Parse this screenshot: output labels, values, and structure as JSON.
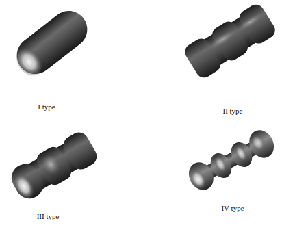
{
  "diagram": {
    "labels": [
      "I type",
      "II type",
      "III type",
      "IV type"
    ]
  }
}
